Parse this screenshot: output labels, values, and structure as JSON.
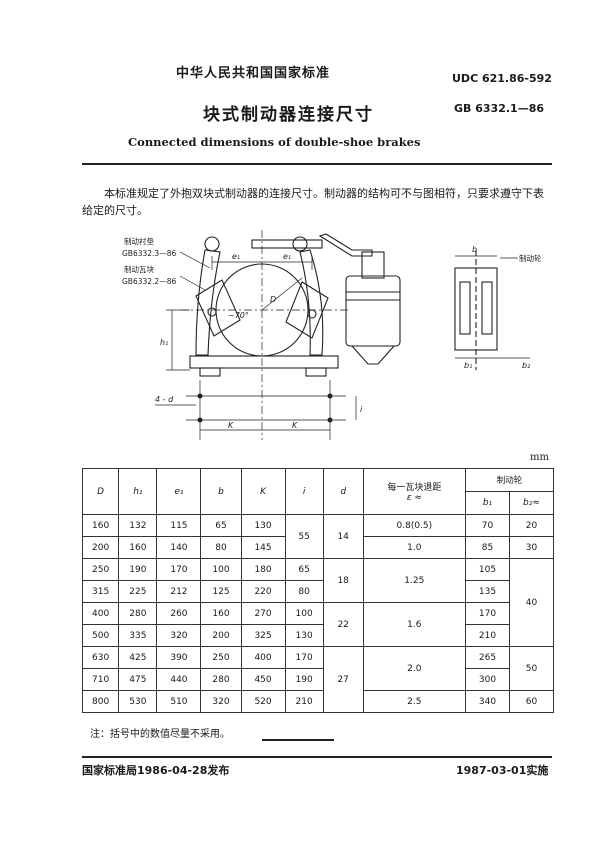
{
  "header": {
    "org": "中华人民共和国国家标准",
    "udc": "UDC 621.86-592",
    "title": "块式制动器连接尺寸",
    "gb": "GB 6332.1—86",
    "english_title": "Connected dimensions of double-shoe brakes"
  },
  "intro": "本标准规定了外抱双块式制动器的连接尺寸。制动器的结构可不与图相符，只要求遵守下表给定的尺寸。",
  "figure": {
    "label_lining": "制动衬垫",
    "label_lining_std": "GB6332.3—86",
    "label_shoe": "制动瓦块",
    "label_shoe_std": "GB6332.2—86",
    "label_wheel": "制动轮",
    "dim_e1_left": "e₁",
    "dim_e1_right": "e₁",
    "dim_h1": "h₁",
    "dim_i": "i",
    "dim_holes": "4 - d",
    "dim_k_left": "K",
    "dim_k_right": "K",
    "dim_D": "D",
    "dim_angle": "~70°",
    "dim_b": "b",
    "dim_b1": "b₁",
    "dim_b2": "b₂"
  },
  "unit": "mm",
  "table": {
    "headers": {
      "D": "D",
      "h1": "h₁",
      "e1": "e₁",
      "b": "b",
      "K": "K",
      "i": "i",
      "d": "d",
      "eps_label": "每一瓦块退距",
      "eps_symbol": "ε ≈",
      "wheel": "制动轮",
      "b1": "b₁",
      "b2": "b₂≈"
    },
    "rows": [
      {
        "D": "160",
        "h1": "132",
        "e1": "115",
        "b": "65",
        "K": "130",
        "b1": "70",
        "b2": "20"
      },
      {
        "D": "200",
        "h1": "160",
        "e1": "140",
        "b": "80",
        "K": "145",
        "b1": "85",
        "b2": "30"
      },
      {
        "D": "250",
        "h1": "190",
        "e1": "170",
        "b": "100",
        "K": "180",
        "b1": "105"
      },
      {
        "D": "315",
        "h1": "225",
        "e1": "212",
        "b": "125",
        "K": "220",
        "b1": "135"
      },
      {
        "D": "400",
        "h1": "280",
        "e1": "260",
        "b": "160",
        "K": "270",
        "b1": "170"
      },
      {
        "D": "500",
        "h1": "335",
        "e1": "320",
        "b": "200",
        "K": "325",
        "b1": "210"
      },
      {
        "D": "630",
        "h1": "425",
        "e1": "390",
        "b": "250",
        "K": "400",
        "b1": "265"
      },
      {
        "D": "710",
        "h1": "475",
        "e1": "440",
        "b": "280",
        "K": "450",
        "b1": "300"
      },
      {
        "D": "800",
        "h1": "530",
        "e1": "510",
        "b": "320",
        "K": "520",
        "b1": "340",
        "b2": "60"
      }
    ],
    "merged": {
      "i_55": "55",
      "i_65": "65",
      "i_80": "80",
      "i_100": "100",
      "i_130": "130",
      "i_170": "170",
      "i_190": "190",
      "i_210": "210",
      "d_14": "14",
      "d_18": "18",
      "d_22": "22",
      "d_27": "27",
      "eps_1": "0.8(0.5)",
      "eps_2": "1.0",
      "eps_3": "1.25",
      "eps_4": "1.6",
      "eps_5": "2.0",
      "eps_6": "2.5",
      "b2_40": "40",
      "b2_50": "50"
    }
  },
  "note": "注：括号中的数值尽量不采用。",
  "footer": {
    "issued": "国家标准局1986-04-28发布",
    "effective": "1987-03-01实施"
  }
}
